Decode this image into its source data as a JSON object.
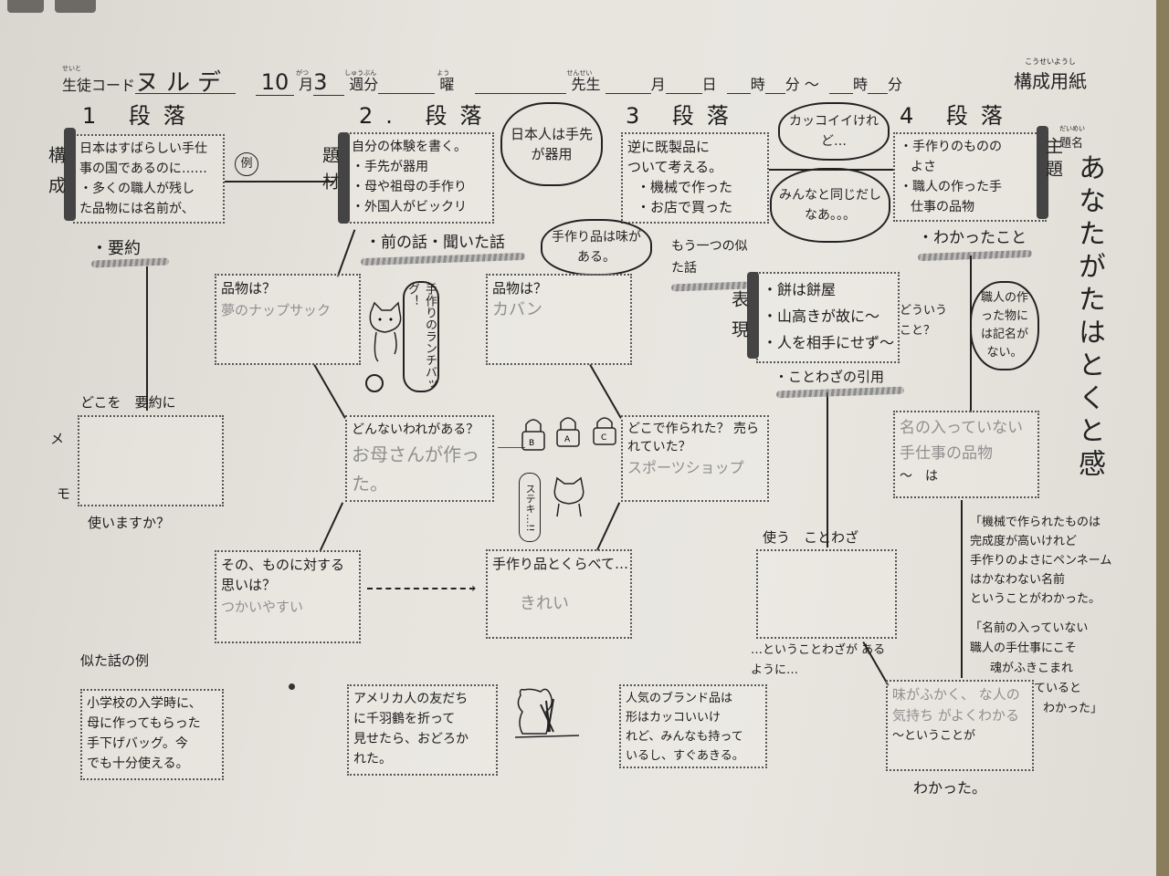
{
  "header": {
    "student_code_label": "生徒コード",
    "student_code_furigana": "せいと",
    "student_name": "ヌルデ",
    "month_value": "10",
    "month_label": "月",
    "month_furigana": "がつ",
    "week_value": "3",
    "week_label": "週分",
    "week_furigana": "しゅうぶん",
    "weekday_label": "曜",
    "weekday_furigana": "よう",
    "teacher_label": "先生",
    "teacher_furigana": "せんせい",
    "date_month_label": "月",
    "date_day_label": "日",
    "hour_label": "時",
    "minute_label": "分",
    "tilde": "～",
    "hour2_label": "時",
    "minute2_label": "分",
    "sheet_title": "構成用紙",
    "sheet_title_furigana": "こうせいようし"
  },
  "paragraphs": [
    {
      "number": "1",
      "label": "段落",
      "side_label": "構成",
      "lines": [
        "日本はすばらしい手仕",
        "事の国であるのに……",
        "・多くの職人が残し",
        "た品物には名前が、"
      ]
    },
    {
      "number": "2.",
      "label": "段落",
      "side_label": "題材",
      "lines": [
        "自分の体験を書く。",
        "・手先が器用",
        "・母や祖母の手作り",
        "・外国人がビックリ"
      ]
    },
    {
      "number": "3",
      "label": "段落",
      "lines": [
        "逆に既製品に",
        "ついて考える。",
        "・機械で作った",
        "・お店で買った"
      ]
    },
    {
      "number": "4",
      "label": "段落",
      "side_label": "主題",
      "lines": [
        "・手作りのものの",
        "よさ",
        "・職人の作った手",
        "仕事の品物"
      ]
    }
  ],
  "title_label": "題名",
  "title_furigana": "だいめい",
  "title_text": "あなたがたはとくと感",
  "example_circle": "例",
  "clouds": {
    "dexterous": "日本人は手先が器用",
    "cool": "カッコイイけれど…",
    "same": "みんなと同じだしなあ。。。",
    "taste": "手作り品は味がある。",
    "lunchbag": "手作りのランチバッグ！",
    "nice": "ステキ…!!",
    "no_name": "職人の作った物には記名がない。"
  },
  "labels": {
    "summary": "・要約",
    "previous_story": "・前の話・聞いた話",
    "another_story": "もう一つの似た話",
    "understood": "・わかったこと",
    "proverb_quote": "・ことわざの引用",
    "where_summary": "どこを　要約に",
    "memo_me": "メ",
    "memo_mo": "モ",
    "use_question": "使いますか？",
    "what_mean": "どういうこと？",
    "use_proverb": "使う　ことわざ",
    "proverb_after": "…ということわざが あるように…",
    "similar_examples": "似た話の例",
    "understood_end": "わかった。"
  },
  "expression": {
    "side_label": "表現",
    "items": [
      "・餅は餅屋",
      "・山高きが故に〜",
      "・人を相手にせず〜"
    ]
  },
  "question_boxes": {
    "item1": {
      "question": "品物は？",
      "answer": "夢のナップサック"
    },
    "item2": {
      "question": "品物は？",
      "answer": "カバン"
    },
    "origin": {
      "question": "どんないわれがある？",
      "answer": "お母さんが作った。"
    },
    "where_made": {
      "question": "どこで作られた？ 売られていた？",
      "answer": "スポーツショップ"
    },
    "feeling": {
      "question": "その、ものに対する思いは？",
      "answer": "つかいやすい"
    },
    "compare": {
      "question": "手作り品とくらべて…",
      "answer": "きれい"
    },
    "no_name": {
      "answer": "名の入っていない 手仕事の品物",
      "suffix": "〜　は"
    },
    "conclusion": {
      "answer": "味がふかく、 な人の気持ち がよくわかる",
      "suffix": "〜ということが"
    }
  },
  "notes": {
    "quote1": [
      "「機械で作られたものは",
      "完成度が高いけれど",
      "手作りのよさにペンネーム",
      "はかなわない名前",
      "ということがわかった。"
    ],
    "quote2": [
      "「名前の入っていない",
      "職人の手仕事にこそ",
      "魂がふきこまれ",
      "ていると",
      "わかった」"
    ]
  },
  "examples": [
    [
      "小学校の入学時に、",
      "母に作ってもらった",
      "手下げバッグ。今",
      "でも十分使える。"
    ],
    [
      "アメリカ人の友だち",
      "に千羽鶴を折って",
      "見せたら、おどろか",
      "れた。"
    ],
    [
      "人気のブランド品は",
      "形はカッコいいけ",
      "れど、みんなも持って",
      "いるし、すぐあきる。"
    ]
  ],
  "padlock_letters": [
    "B",
    "A",
    "C"
  ]
}
